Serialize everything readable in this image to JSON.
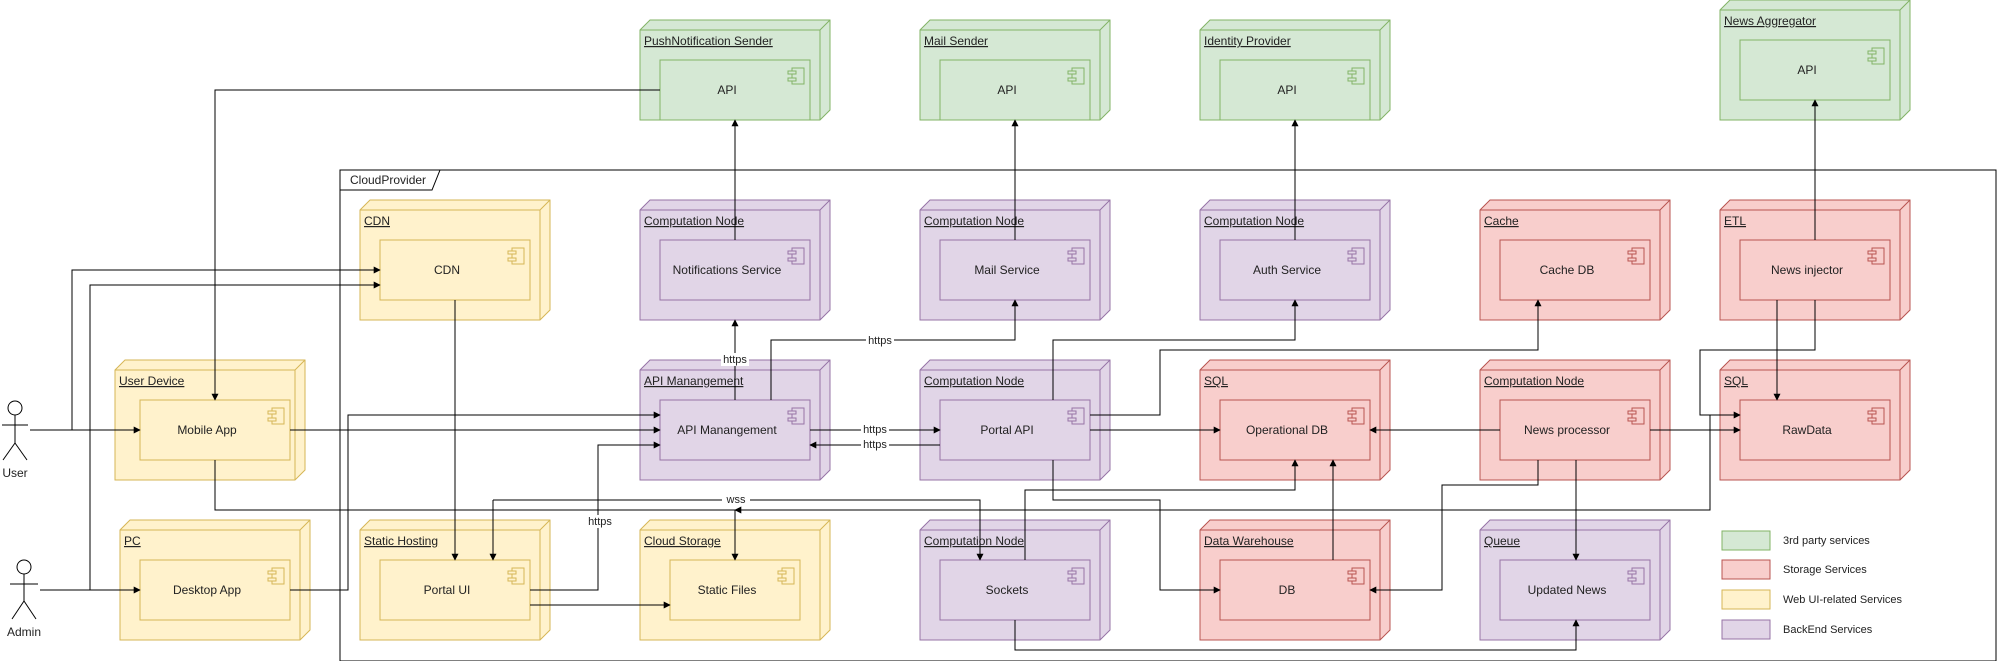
{
  "frame": {
    "title": "CloudProvider"
  },
  "colors": {
    "third_party": {
      "fill": "#d5e8d4",
      "stroke": "#82b366"
    },
    "storage": {
      "fill": "#f8cecc",
      "stroke": "#b85450"
    },
    "web_ui": {
      "fill": "#fff2cc",
      "stroke": "#d6b656"
    },
    "backend": {
      "fill": "#e1d5e7",
      "stroke": "#9673a6"
    }
  },
  "actors": [
    {
      "id": "user",
      "label": "User"
    },
    {
      "id": "admin",
      "label": "Admin"
    }
  ],
  "nodes": [
    {
      "id": "push",
      "title": "PushNotification Sender",
      "component": "API",
      "category": "third_party"
    },
    {
      "id": "mail",
      "title": "Mail Sender",
      "component": "API",
      "category": "third_party"
    },
    {
      "id": "idp",
      "title": "Identity Provider",
      "component": "API",
      "category": "third_party"
    },
    {
      "id": "news_agg",
      "title": "News Aggregator",
      "component": "API",
      "category": "third_party"
    },
    {
      "id": "cdn",
      "title": "CDN",
      "component": "CDN",
      "category": "web_ui"
    },
    {
      "id": "cn_notif",
      "title": "Computation Node",
      "component": "Notifications Service",
      "category": "backend"
    },
    {
      "id": "cn_mail",
      "title": "Computation Node",
      "component": "Mail Service",
      "category": "backend"
    },
    {
      "id": "cn_auth",
      "title": "Computation Node",
      "component": "Auth Service",
      "category": "backend"
    },
    {
      "id": "cache",
      "title": "Cache",
      "component": "Cache DB",
      "category": "storage"
    },
    {
      "id": "etl",
      "title": "ETL",
      "component": "News injector",
      "category": "storage"
    },
    {
      "id": "user_device",
      "title": "User Device",
      "component": "Mobile App",
      "category": "web_ui"
    },
    {
      "id": "api_mgmt",
      "title": "API Manangement",
      "component": "API Manangement",
      "category": "backend"
    },
    {
      "id": "cn_portal",
      "title": "Computation Node",
      "component": "Portal API",
      "category": "backend"
    },
    {
      "id": "sql_op",
      "title": "SQL",
      "component": "Operational DB",
      "category": "storage"
    },
    {
      "id": "cn_news",
      "title": "Computation Node",
      "component": "News processor",
      "category": "storage"
    },
    {
      "id": "sql_raw",
      "title": "SQL",
      "component": "RawData",
      "category": "storage"
    },
    {
      "id": "pc",
      "title": "PC",
      "component": "Desktop App",
      "category": "web_ui"
    },
    {
      "id": "static_hosting",
      "title": "Static Hosting",
      "component": "Portal UI",
      "category": "web_ui"
    },
    {
      "id": "cloud_storage",
      "title": "Cloud Storage",
      "component": "Static Files",
      "category": "web_ui"
    },
    {
      "id": "cn_sockets",
      "title": "Computation Node",
      "component": "Sockets",
      "category": "backend"
    },
    {
      "id": "dwh",
      "title": "Data Warehouse",
      "component": "DB",
      "category": "storage"
    },
    {
      "id": "queue",
      "title": "Queue",
      "component": "Updated News",
      "category": "backend"
    }
  ],
  "edge_labels": {
    "https_notif": "https",
    "https_mail": "https",
    "https_portal_1": "https",
    "https_portal_2": "https",
    "https_portal_ui": "https",
    "wss": "wss"
  },
  "legend": [
    {
      "label": "3rd party services",
      "category": "third_party"
    },
    {
      "label": "Storage Services",
      "category": "storage"
    },
    {
      "label": "Web UI-related Services",
      "category": "web_ui"
    },
    {
      "label": "BackEnd Services",
      "category": "backend"
    }
  ]
}
